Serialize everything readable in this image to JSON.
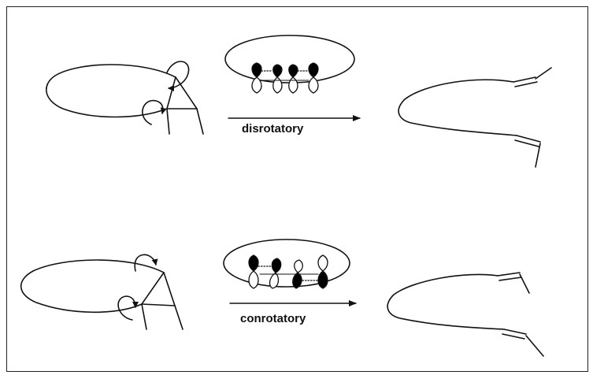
{
  "panels": [
    {
      "id": "disrotatory",
      "arrow_label": "disrotatory"
    },
    {
      "id": "conrotatory",
      "arrow_label": "conrotatory"
    }
  ],
  "colors": {
    "ink": "#111111",
    "lobe_fill": "#000000",
    "background": "#ffffff"
  }
}
